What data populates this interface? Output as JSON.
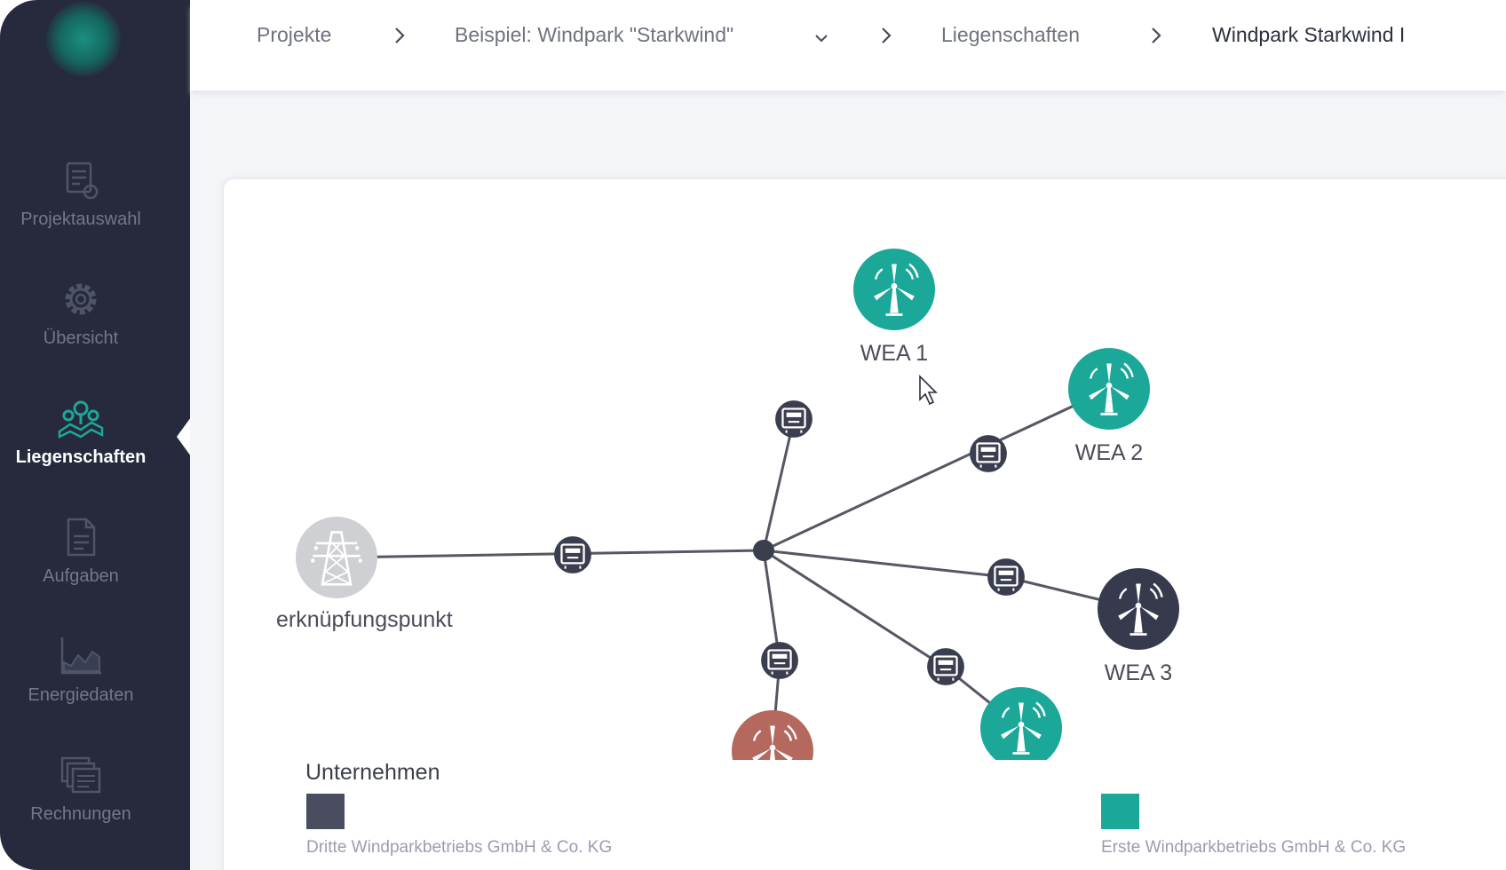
{
  "sidebar": {
    "items": [
      {
        "label": "Projektauswahl",
        "icon": "document-list-icon",
        "active": false
      },
      {
        "label": "Übersicht",
        "icon": "gear-icon",
        "active": false
      },
      {
        "label": "Liegenschaften",
        "icon": "map-pins-icon",
        "active": true
      },
      {
        "label": "Aufgaben",
        "icon": "task-document-icon",
        "active": false
      },
      {
        "label": "Energiedaten",
        "icon": "area-chart-icon",
        "active": false
      },
      {
        "label": "Rechnungen",
        "icon": "invoices-icon",
        "active": false
      }
    ]
  },
  "breadcrumb": {
    "items": [
      "Projekte",
      "Beispiel: Windpark \"Starkwind\"",
      "Liegenschaften",
      "Windpark Starkwind I"
    ],
    "separator_icon": "chevron-right-icon",
    "dropdown_icon": "chevron-down-icon"
  },
  "graph": {
    "nodes": {
      "wea1": {
        "label": "WEA 1",
        "color": "#1ba898",
        "icon": "wind-turbine-icon"
      },
      "wea2": {
        "label": "WEA 2",
        "color": "#1ba898",
        "icon": "wind-turbine-icon"
      },
      "wea3": {
        "label": "WEA 3",
        "color": "#373a4d",
        "icon": "wind-turbine-icon"
      },
      "wea4": {
        "label": "",
        "color": "#1ba898",
        "icon": "wind-turbine-icon"
      },
      "wea5": {
        "label": "",
        "color": "#b5685e",
        "icon": "wind-turbine-icon"
      },
      "grid": {
        "label": "erknüpfungspunkt",
        "color": "#cfd0d3",
        "icon": "power-tower-icon"
      }
    },
    "meter_icon": "meter-icon",
    "hub_icon": "junction-icon"
  },
  "legend": {
    "title": "Unternehmen",
    "entries": [
      {
        "label": "Dritte Windparkbetriebs GmbH & Co. KG",
        "color": "#4a4d60"
      },
      {
        "label": "Erste Windparkbetriebs GmbH & Co. KG",
        "color": "#1ba898"
      }
    ]
  },
  "colors": {
    "sidebar_bg": "#262a3c",
    "accent": "#1ba898",
    "line": "#555863",
    "meter_bg": "#3b3e4e"
  }
}
